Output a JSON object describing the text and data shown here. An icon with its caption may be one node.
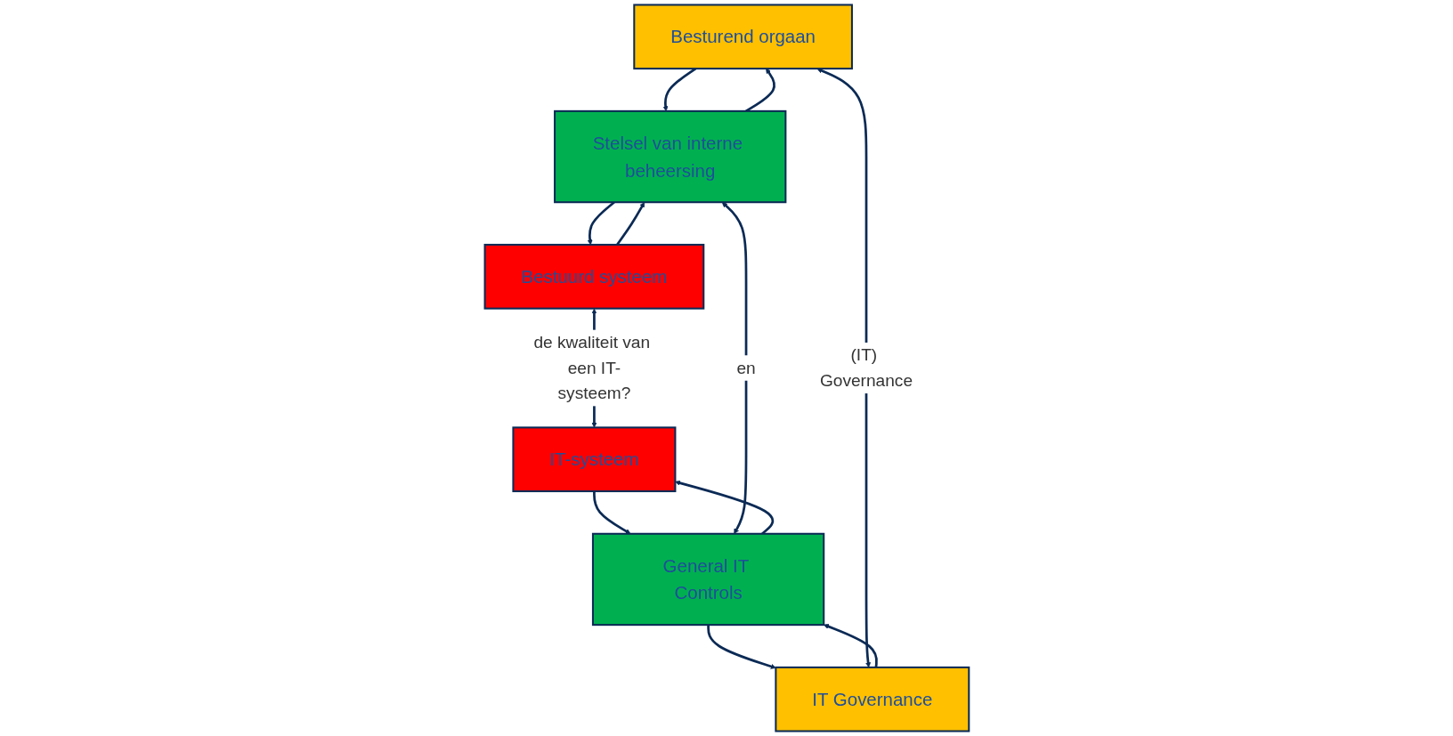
{
  "diagram": {
    "nodes": [
      {
        "text": [
          "Besturend orgaan"
        ]
      },
      {
        "text": [
          "Stelsel van interne beheersing"
        ]
      },
      {
        "text": [
          "Bestuurd systeem"
        ]
      },
      {
        "text": [
          "IT Governance"
        ]
      },
      {
        "text": [
          "General IT Controls"
        ]
      },
      {
        "text": [
          "IT-systeem"
        ]
      }
    ],
    "edges": [
      {
        "from": 0,
        "to": 1,
        "arrow": "to"
      },
      {
        "from": 1,
        "to": 0,
        "arrow": "to"
      },
      {
        "from": 1,
        "to": 2,
        "arrow": "to"
      },
      {
        "from": 2,
        "to": 1,
        "arrow": "to"
      },
      {
        "from": 3,
        "to": 4,
        "arrow": "to"
      },
      {
        "from": 4,
        "to": 3,
        "arrow": "to"
      },
      {
        "from": 4,
        "to": 5,
        "arrow": "to"
      },
      {
        "from": 5,
        "to": 4,
        "arrow": "to"
      },
      {
        "from": 0,
        "to": 3,
        "arrow": "both",
        "label": "(IT) Governance"
      },
      {
        "from": 1,
        "to": 4,
        "arrow": "both",
        "label": "en"
      },
      {
        "from": 2,
        "to": 5,
        "arrow": "both",
        "label": "de kwaliteit van een IT-systeem?"
      }
    ]
  }
}
